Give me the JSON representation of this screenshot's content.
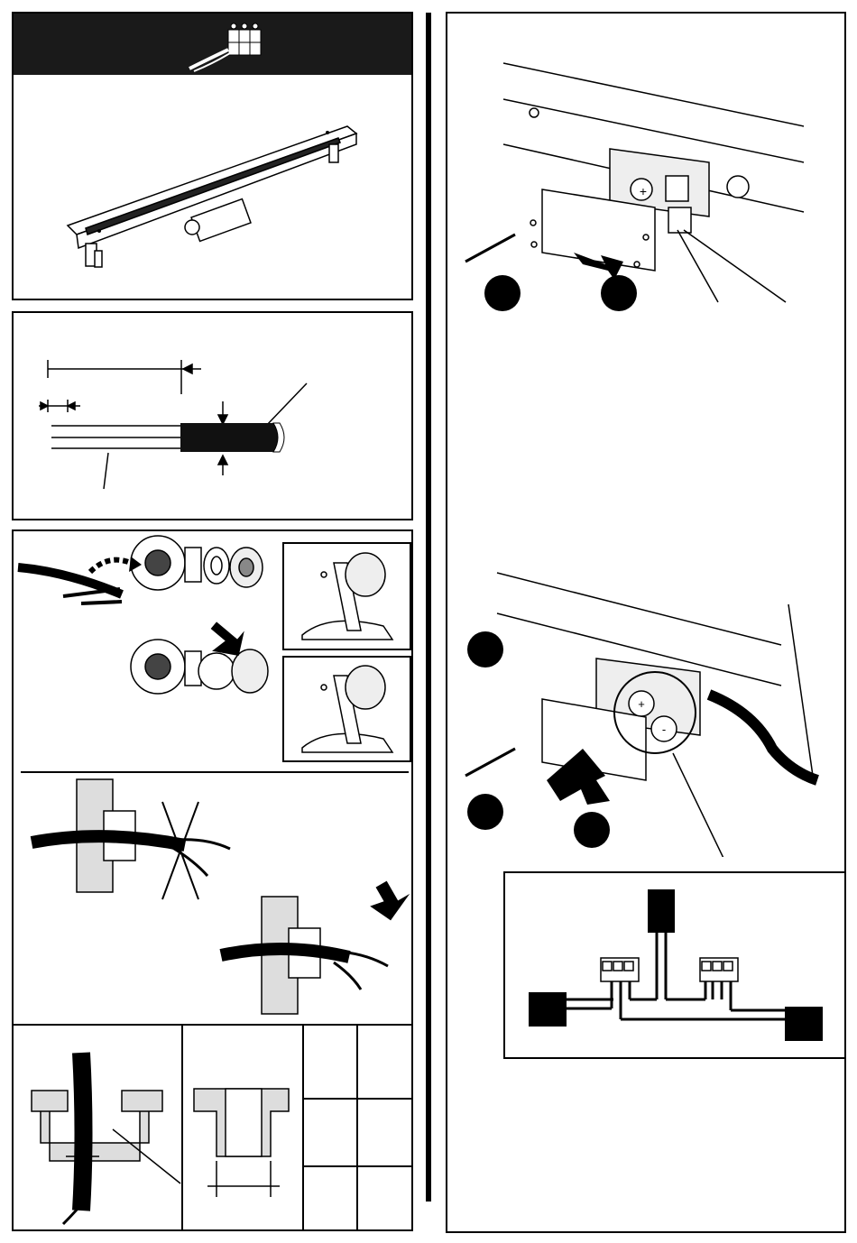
{
  "page": {
    "sections": [
      {
        "id": "header-lamp",
        "kind": "illustration",
        "subject": "linear-lamp-fixture"
      },
      {
        "id": "cable-prep",
        "kind": "illustration",
        "subject": "stripped-cable"
      },
      {
        "id": "gland-assembly",
        "kind": "illustration",
        "subject": "cable-gland-parts"
      },
      {
        "id": "gland-install",
        "kind": "illustration",
        "subject": "gland-right-wrong"
      },
      {
        "id": "gland-table",
        "kind": "table",
        "rows": 3,
        "cols": 2
      },
      {
        "id": "junction-box-open",
        "kind": "illustration",
        "subject": "remove-cover"
      },
      {
        "id": "junction-box-close",
        "kind": "illustration",
        "subject": "connect-and-close"
      },
      {
        "id": "wiring-diagram",
        "kind": "diagram",
        "subject": "terminal-connections"
      }
    ]
  },
  "labels": {
    "plus": "+",
    "minus": "-"
  },
  "icons": {
    "header": "connector-terminal-icon",
    "wrong": "cross-icon",
    "arrow": "push-arrow-icon",
    "rotate": "rotate-arrow-icon"
  },
  "colors": {
    "ink": "#000000",
    "paper": "#ffffff",
    "hatch": "#555555"
  }
}
